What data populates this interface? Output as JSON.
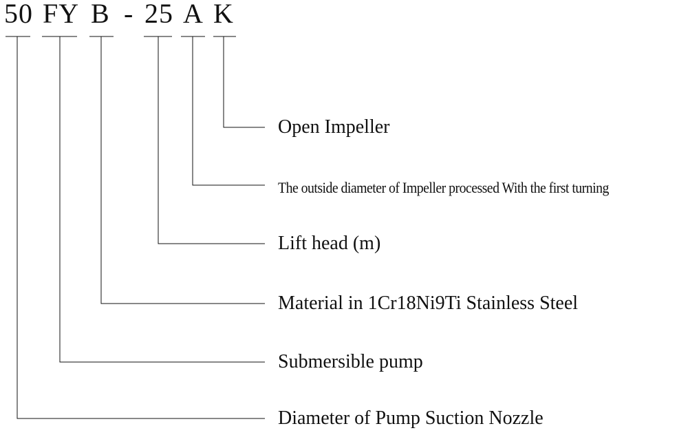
{
  "model_code": {
    "parts": [
      "50",
      "FY",
      "B",
      "-",
      "25",
      "A",
      "K"
    ]
  },
  "descriptions": [
    {
      "code_part": "K",
      "text": "Open Impeller"
    },
    {
      "code_part": "A",
      "text": "The outside diameter of Impeller processed With the first turning"
    },
    {
      "code_part": "25",
      "text": "Lift head (m)"
    },
    {
      "code_part": "B",
      "text": "Material in 1Cr18Ni9Ti Stainless Steel"
    },
    {
      "code_part": "FY",
      "text": "Submersible pump"
    },
    {
      "code_part": "50",
      "text": "Diameter of Pump Suction Nozzle"
    }
  ],
  "colors": {
    "line": "#111111",
    "text": "#111111",
    "background": "#ffffff"
  }
}
